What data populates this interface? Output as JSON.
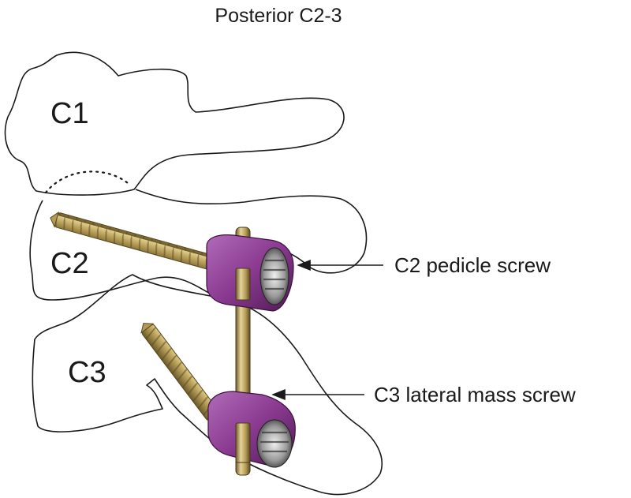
{
  "title": "Posterior C2-3",
  "vertebrae": {
    "c1": "C1",
    "c2": "C2",
    "c3": "C3"
  },
  "annotations": {
    "c2_screw": "C2 pedicle screw",
    "c3_screw": "C3 lateral mass screw"
  },
  "colors": {
    "outline": "#1a1a1a",
    "screw_thread": "#b39a55",
    "screw_dark": "#6b5a2a",
    "tulip_head": "#8a3a90",
    "tulip_head_dark": "#5e2163",
    "rod": "#a88f55",
    "set_screw": "#c8c8c8"
  }
}
